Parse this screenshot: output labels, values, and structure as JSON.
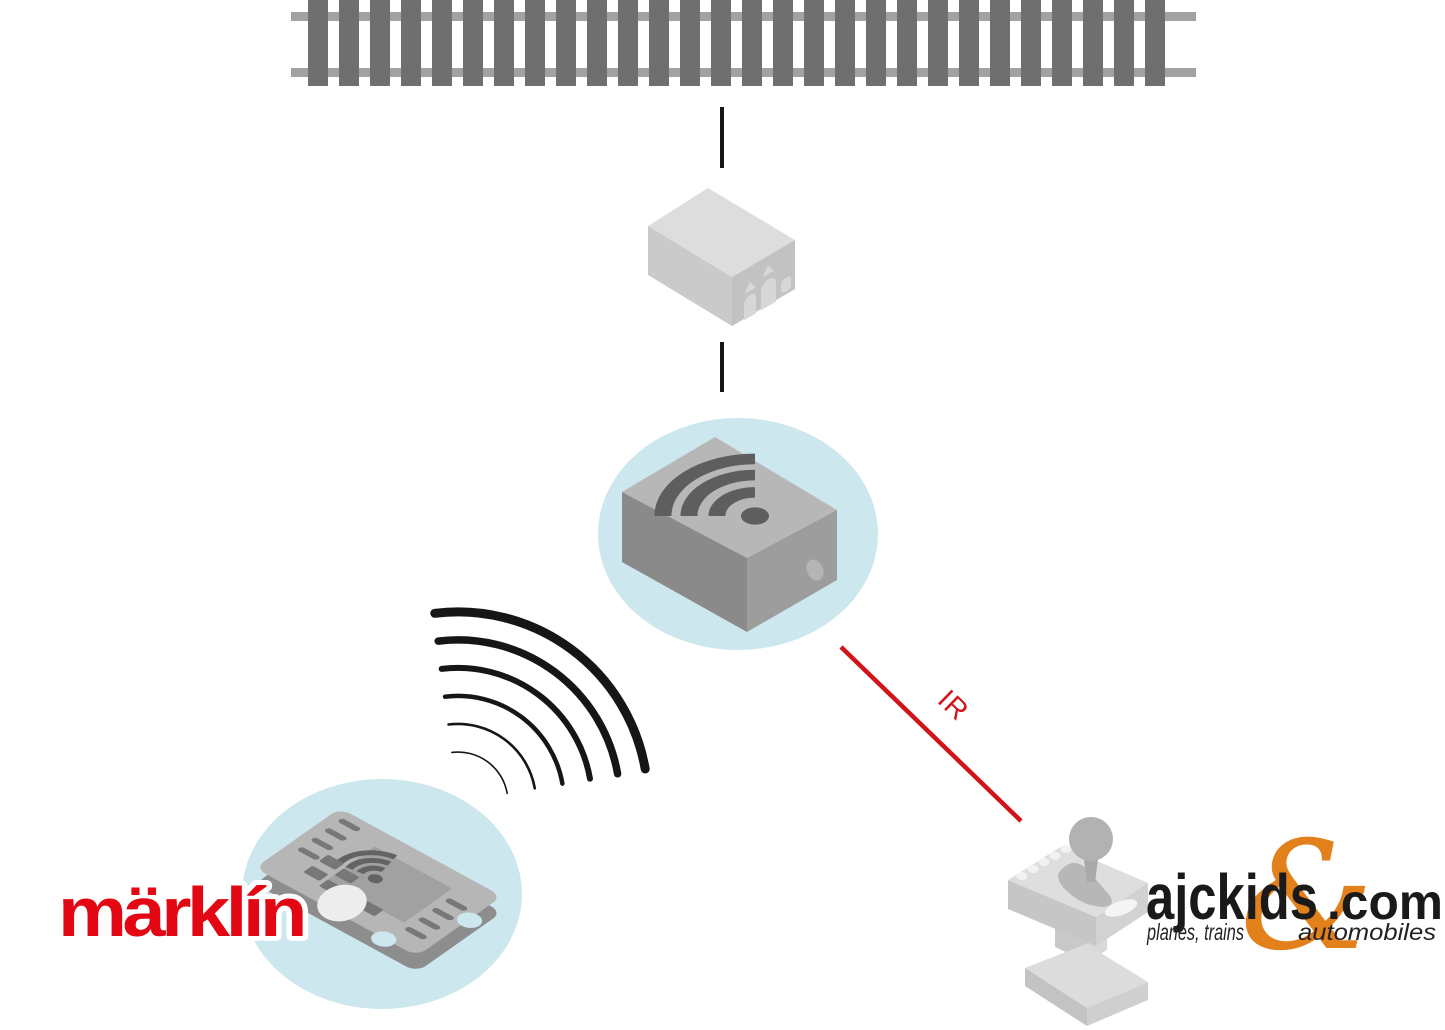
{
  "labels": {
    "ir": "IR"
  },
  "logos": {
    "marklin": {
      "text": "märklín",
      "color": "#e30613"
    },
    "ajckids": {
      "wordmark": "ajckids",
      "tld": ".com",
      "ampersand": "&",
      "tagline_left": "planes, trains",
      "tagline_right": "automobiles",
      "ampersand_color": "#e2811c",
      "text_color": "#1a1a1a"
    }
  },
  "colors": {
    "highlight_circle": "#cde7ef",
    "ir_red": "#d01419",
    "track_sleeper": "#6f6f6f",
    "track_rail": "#a2a2a2",
    "signal_black": "#161616"
  },
  "icons": [
    "track-icon",
    "connector-line",
    "transformer-icon",
    "base-station-icon",
    "wifi-icon",
    "radio-waves-icon",
    "ir-line",
    "decoder-icon",
    "joystick-icon"
  ]
}
